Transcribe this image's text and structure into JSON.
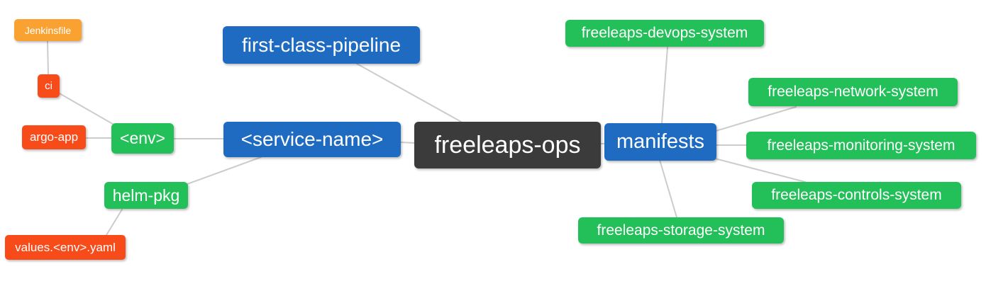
{
  "diagram": {
    "type": "mindmap",
    "root_label": "freeleaps-ops",
    "colors": {
      "root_bg": "#3b3b3b",
      "branch_blue_bg": "#1f6bc1",
      "leaf_green_bg": "#23c05a",
      "leaf_red_bg": "#f84b1a",
      "leaf_orange_bg": "#f9a232",
      "edge_line": "#cccccc",
      "node_text": "#ffffff",
      "background": "#ffffff"
    },
    "nodes": {
      "freeleaps_ops": {
        "label": "freeleaps-ops"
      },
      "first_class_pipeline": {
        "label": "first-class-pipeline"
      },
      "service_name": {
        "label": "<service-name>"
      },
      "manifests": {
        "label": "manifests"
      },
      "env": {
        "label": "<env>"
      },
      "helm_pkg": {
        "label": "helm-pkg"
      },
      "argo_app": {
        "label": "argo-app"
      },
      "ci": {
        "label": "ci"
      },
      "jenkinsfile": {
        "label": "Jenkinsfile"
      },
      "values_env_yaml": {
        "label": "values.<env>.yaml"
      },
      "devops_system": {
        "label": "freeleaps-devops-system"
      },
      "network_system": {
        "label": "freeleaps-network-system"
      },
      "monitoring_system": {
        "label": "freeleaps-monitoring-system"
      },
      "controls_system": {
        "label": "freeleaps-controls-system"
      },
      "storage_system": {
        "label": "freeleaps-storage-system"
      }
    },
    "edges": [
      {
        "from": "Jenkinsfile",
        "to": "ci"
      },
      {
        "from": "ci",
        "to": "<env>"
      },
      {
        "from": "argo-app",
        "to": "<env>"
      },
      {
        "from": "<env>",
        "to": "<service-name>"
      },
      {
        "from": "helm-pkg",
        "to": "<service-name>"
      },
      {
        "from": "values.<env>.yaml",
        "to": "helm-pkg"
      },
      {
        "from": "first-class-pipeline",
        "to": "freeleaps-ops"
      },
      {
        "from": "<service-name>",
        "to": "freeleaps-ops"
      },
      {
        "from": "freeleaps-ops",
        "to": "manifests"
      },
      {
        "from": "manifests",
        "to": "freeleaps-devops-system"
      },
      {
        "from": "manifests",
        "to": "freeleaps-network-system"
      },
      {
        "from": "manifests",
        "to": "freeleaps-monitoring-system"
      },
      {
        "from": "manifests",
        "to": "freeleaps-controls-system"
      },
      {
        "from": "manifests",
        "to": "freeleaps-storage-system"
      }
    ]
  }
}
